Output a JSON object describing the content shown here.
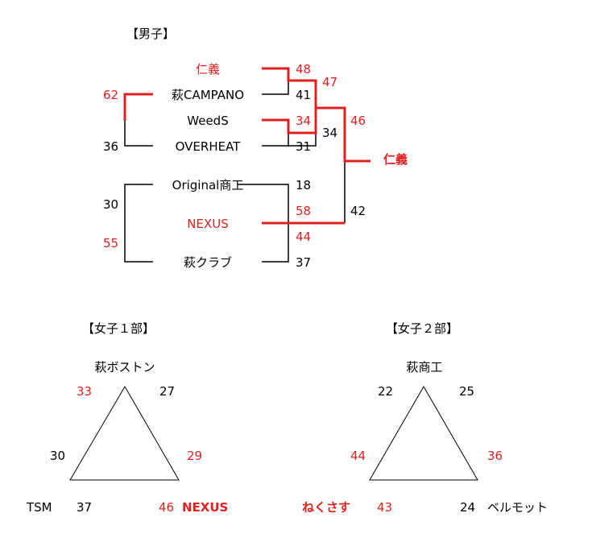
{
  "colors": {
    "win": "#e02020",
    "lose": "#000000"
  },
  "men": {
    "header": "【男子】",
    "teams": {
      "jingi": "仁義",
      "campano": "萩CAMPANO",
      "weeds": "WeedS",
      "overheat": "OVERHEAT",
      "original": "Original商工",
      "nexus": "NEXUS",
      "haguclub": "萩クラブ"
    },
    "scores": {
      "r1a_jingi": "48",
      "r1a_campano": "41",
      "r1b_weeds": "34",
      "r1b_overheat": "31",
      "sf1_top": "47",
      "sf1_bottom": "34",
      "final_top": "46",
      "final_bottom": "42",
      "r1c_original": "18",
      "r1c_nexus": "58",
      "r1d_nexus": "44",
      "r1d_haguclub": "37",
      "cons1_campano": "62",
      "cons1_overheat": "36",
      "cons2_original": "30",
      "cons2_haguclub": "55"
    },
    "champion": "仁義"
  },
  "women1": {
    "header": "【女子１部】",
    "teams": {
      "top": "萩ボストン",
      "left": "TSM",
      "right": "NEXUS"
    },
    "scores": {
      "top_vs_left_top": "33",
      "top_vs_right_top": "27",
      "left_vs_top": "30",
      "right_vs_top": "29",
      "left_vs_right_left": "37",
      "left_vs_right_right": "46"
    }
  },
  "women2": {
    "header": "【女子２部】",
    "teams": {
      "top": "萩商工",
      "left": "ねくさす",
      "right": "ベルモット"
    },
    "scores": {
      "top_vs_left_top": "22",
      "top_vs_right_top": "25",
      "left_vs_top": "44",
      "right_vs_top": "36",
      "left_vs_right_left": "43",
      "left_vs_right_right": "24"
    }
  }
}
